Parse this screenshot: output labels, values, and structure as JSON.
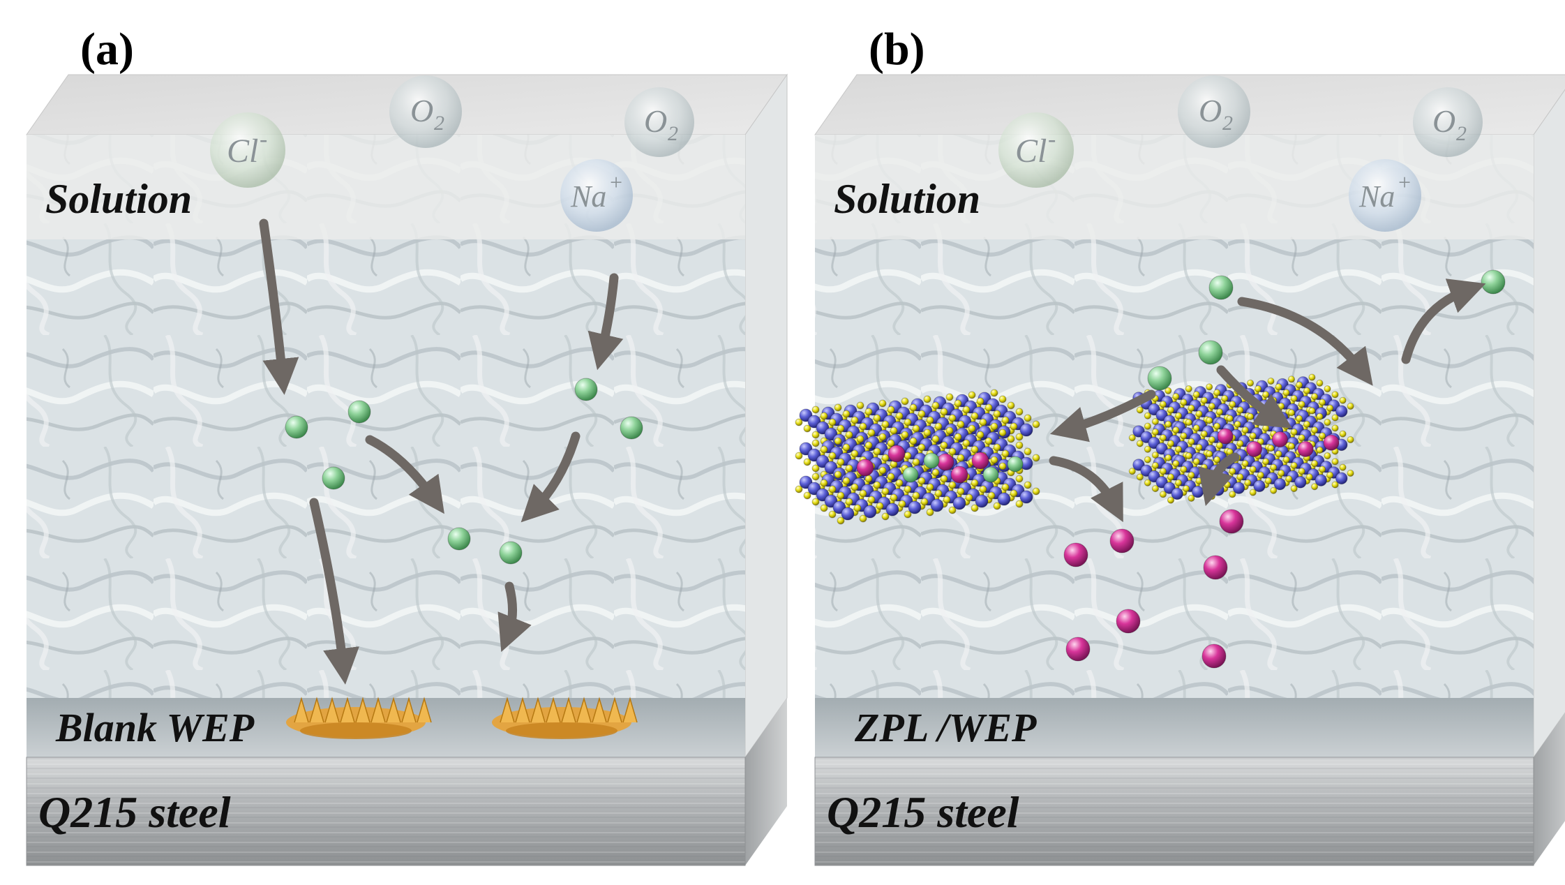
{
  "panels": [
    {
      "label": "(a)",
      "solution_label": "Solution",
      "coating_label": "Blank WEP",
      "steel_label": "Q215 steel",
      "ions": {
        "chloride": "Cl",
        "chloride_charge": "-",
        "oxygen": "O",
        "oxygen_sub": "2",
        "sodium": "Na",
        "sodium_charge": "+"
      }
    },
    {
      "label": "(b)",
      "solution_label": "Solution",
      "coating_label": "ZPL /WEP",
      "steel_label": "Q215 steel",
      "ions": {
        "chloride": "Cl",
        "chloride_charge": "-",
        "oxygen": "O",
        "oxygen_sub": "2",
        "sodium": "Na",
        "sodium_charge": "+"
      }
    }
  ],
  "colors": {
    "chloride_ball": "#8fd39a",
    "released_ion_ball": "#d8359a",
    "arrow": "#6e6864",
    "corrosion": "#e8a234",
    "lattice_blue": "#5b5fd6",
    "lattice_yellow": "#e9e21a",
    "steel": "#b9bbbd"
  }
}
